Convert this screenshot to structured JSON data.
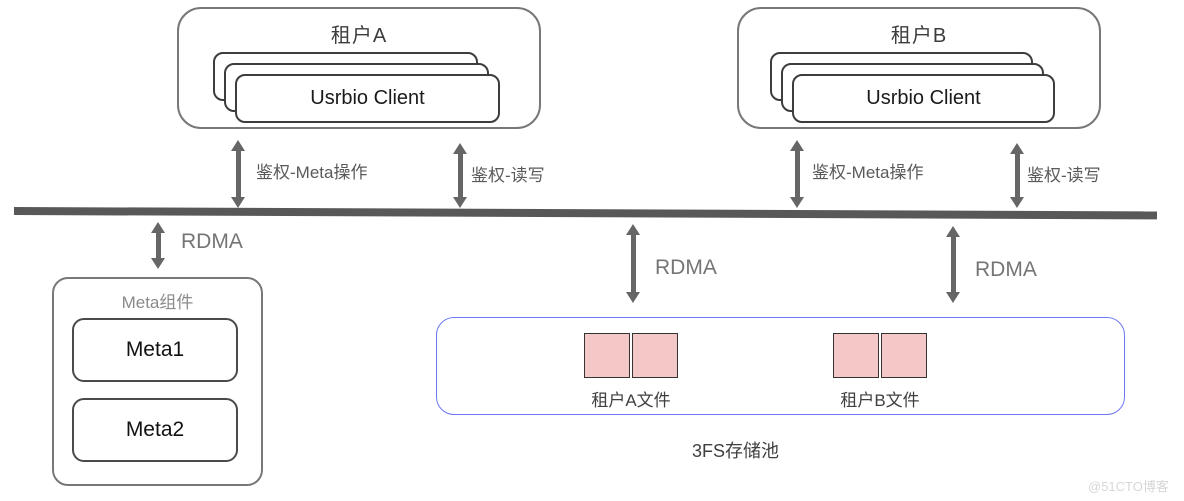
{
  "colors": {
    "border_gray": "#787878",
    "card_border": "#3d3d3d",
    "arrow_gray": "#666666",
    "bus_gray": "#585858",
    "label_gray": "#5a5a5a",
    "rdma_gray": "#757575",
    "pool_border": "#6b79f2",
    "file_fill": "#f5c8c8",
    "file_border": "#333333",
    "watermark_gray": "#d6d6d6"
  },
  "tenant_a": {
    "title": "租户A",
    "client_label": "Usrbio Client",
    "meta_arrow_label": "鉴权-Meta操作",
    "rw_arrow_label": "鉴权-读写"
  },
  "tenant_b": {
    "title": "租户B",
    "client_label": "Usrbio Client",
    "meta_arrow_label": "鉴权-Meta操作",
    "rw_arrow_label": "鉴权-读写"
  },
  "rdma_label": "RDMA",
  "meta_component": {
    "title": "Meta组件",
    "nodes": [
      "Meta1",
      "Meta2"
    ]
  },
  "storage_pool": {
    "caption": "3FS存储池",
    "tenant_a_files_label": "租户A文件",
    "tenant_b_files_label": "租户B文件"
  },
  "watermark": "@51CTO博客"
}
